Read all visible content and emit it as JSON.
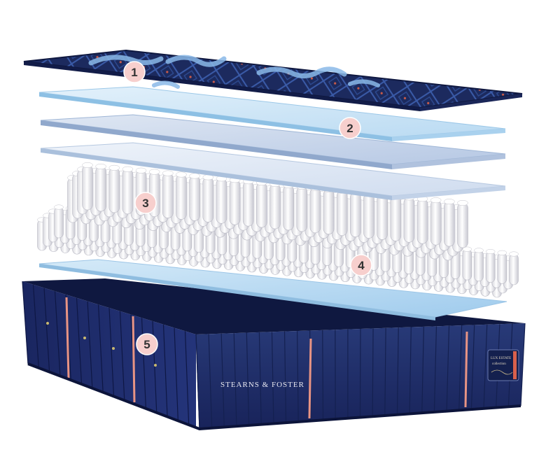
{
  "diagram": {
    "type": "exploded-mattress-layers",
    "layers": [
      {
        "number": "1",
        "kind": "quilted-cover-top"
      },
      {
        "number": "2",
        "kind": "foam-comfort-layers"
      },
      {
        "number": "3",
        "kind": "upper-micro-coil-layer"
      },
      {
        "number": "4",
        "kind": "lower-coil-layer"
      },
      {
        "number": "5",
        "kind": "mattress-base-encasement"
      }
    ],
    "brand_name": "STEARNS & FOSTER",
    "side_label_line1": "LUX ESTATE",
    "side_label_line2": "collection",
    "colors": {
      "navy": "#1c2a5e",
      "cover_accent": "#8ab8e8",
      "foam_blue": "#cfe6f6",
      "coil_white": "#f4f4f6",
      "stripe_pink": "#e89484",
      "badge_fill": "#f7cfcd"
    }
  }
}
